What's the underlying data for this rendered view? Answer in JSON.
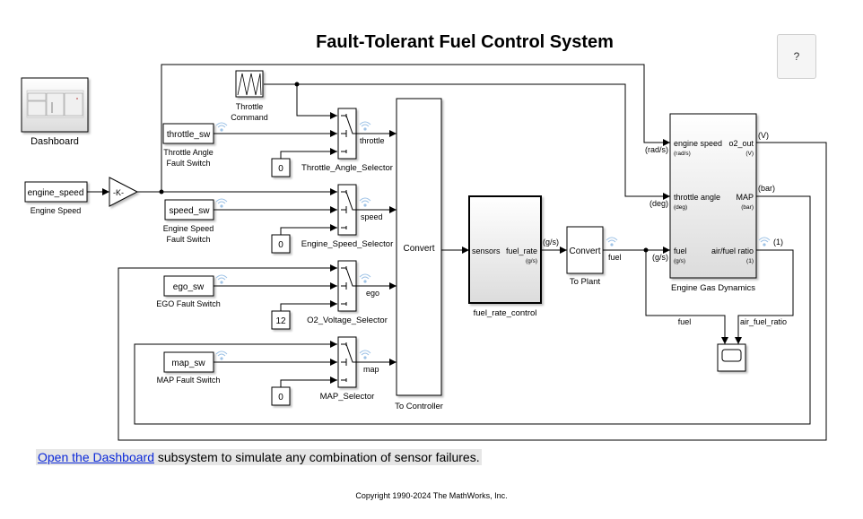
{
  "title": "Fault-Tolerant Fuel Control System",
  "help_button": "?",
  "blocks": {
    "dashboard": {
      "label": "Dashboard"
    },
    "engine_speed_from": {
      "text": "engine_speed",
      "label": "Engine Speed"
    },
    "gain": {
      "text": "-K-"
    },
    "throttle_command": {
      "label_line1": "Throttle",
      "label_line2": "Command"
    },
    "throttle_sw": {
      "text": "throttle_sw",
      "label_line1": "Throttle Angle",
      "label_line2": "Fault Switch"
    },
    "speed_sw": {
      "text": "speed_sw",
      "label_line1": "Engine Speed",
      "label_line2": "Fault Switch"
    },
    "ego_sw": {
      "text": "ego_sw",
      "label": "EGO Fault Switch"
    },
    "map_sw": {
      "text": "map_sw",
      "label": "MAP Fault Switch"
    },
    "const_throttle": {
      "value": "0"
    },
    "const_speed": {
      "value": "0"
    },
    "const_ego": {
      "value": "12"
    },
    "const_map": {
      "value": "0"
    },
    "throttle_selector": {
      "label": "Throttle_Angle_Selector",
      "signal": "throttle"
    },
    "speed_selector": {
      "label": "Engine_Speed_Selector",
      "signal": "speed"
    },
    "ego_selector": {
      "label": "O2_Voltage_Selector",
      "signal": "ego"
    },
    "map_selector": {
      "label": "MAP_Selector",
      "signal": "map"
    },
    "to_controller": {
      "text": "Convert",
      "label": "To Controller"
    },
    "fuel_rate_control": {
      "label": "fuel_rate_control",
      "in_port": "sensors",
      "out_port": "fuel_rate",
      "out_unit": "(g/s)",
      "out_signal_unit": "(g/s)"
    },
    "to_plant": {
      "text": "Convert",
      "label": "To Plant",
      "signal": "fuel"
    },
    "engine_gas_dynamics": {
      "label": "Engine Gas Dynamics",
      "inputs": [
        {
          "name": "engine speed",
          "unit": "(rad/s)",
          "signal_unit": "(rad/s)"
        },
        {
          "name": "throttle angle",
          "unit": "(deg)",
          "signal_unit": "(deg)"
        },
        {
          "name": "fuel",
          "unit": "(g/s)",
          "signal_unit": "(g/s)"
        }
      ],
      "outputs": [
        {
          "name": "o2_out",
          "unit": "(V)",
          "signal_unit": "(V)"
        },
        {
          "name": "MAP",
          "unit": "(bar)",
          "signal_unit": "(bar)"
        },
        {
          "name": "air/fuel ratio",
          "unit": "(1)",
          "signal_unit": "(1)"
        }
      ]
    },
    "scope": {
      "in_signals": [
        "fuel",
        "air_fuel_ratio"
      ]
    }
  },
  "annotation": {
    "link_text": "Open the Dashboard",
    "rest_text": " subsystem to simulate any combination of sensor failures."
  },
  "copyright": "Copyright 1990-2024  The MathWorks, Inc.",
  "colors": {
    "link": "#0b28d9",
    "wifi": "#9fc3e6",
    "annotation_bg": "#e6e6e6"
  }
}
